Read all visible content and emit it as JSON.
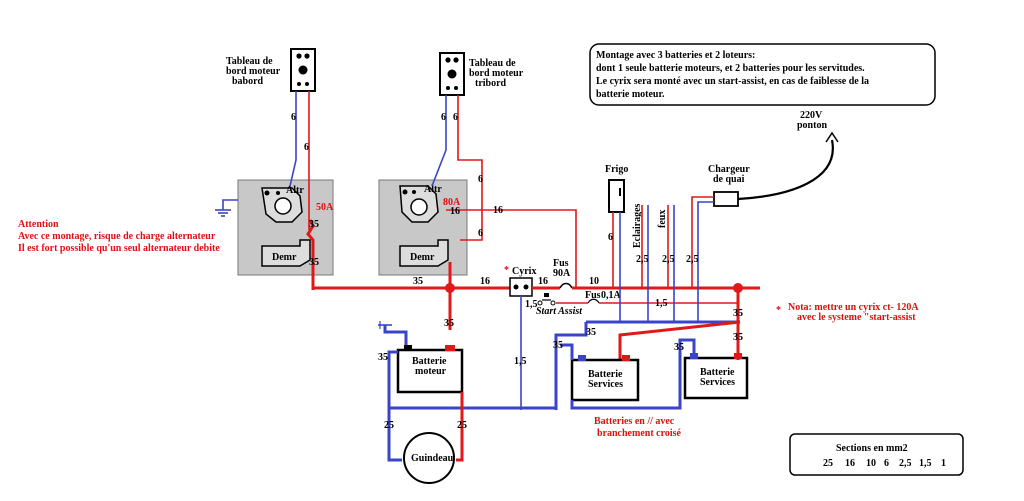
{
  "note_box": {
    "line1": "Montage avec 3 batteries et 2 loteurs:",
    "line2": "dont 1 seule batterie moteurs,  et 2 batteries pour les servitudes.",
    "line3": " Le cyrix sera monté avec un start-assist, en cas de faiblesse de la",
    "line4": "batterie moteur."
  },
  "attention": {
    "line1": "Attention",
    "line2": "Avec ce montage, risque de charge alternateur",
    "line3": "Il est fort possible qu'un seul alternateur debite"
  },
  "panels": {
    "babord": [
      "Tableau de",
      "bord moteur",
      "babord"
    ],
    "tribord": [
      "Tableau de",
      "bord moteur",
      "tribord"
    ]
  },
  "engines": {
    "alt_label": "Altr",
    "dem_label": "Demr",
    "alt_left_amp": "50A",
    "alt_right_amp": "80A"
  },
  "components": {
    "cyrix": "Cyrix",
    "cyrix_star": "*",
    "fus90": [
      "Fus",
      "90A"
    ],
    "fus01": [
      "Fus",
      "0,1A"
    ],
    "start_assist": "Start Assist",
    "frigo": "Frigo",
    "eclairages": "Eclairages",
    "feux": "feux",
    "chargeur": [
      "Chargeur",
      "de quai"
    ],
    "ponton": [
      "220V",
      "ponton"
    ],
    "guindeau": "Guindeau"
  },
  "batteries": {
    "moteur": [
      "Batterie",
      "moteur"
    ],
    "services1": [
      "Batterie",
      "Services"
    ],
    "services2": [
      "Batterie",
      "Services"
    ]
  },
  "batteries_note": [
    "Batteries en // avec",
    "branchement croisé"
  ],
  "cyrix_note": {
    "star": "*",
    "line1": "Nota: mettre un cyrix ct- 120A",
    "line2": "avec le systeme \"start-assist"
  },
  "sections": {
    "title": "Sections en mm2",
    "values": [
      "25",
      "16",
      "10",
      "6",
      "2,5",
      "1,5",
      "1"
    ]
  },
  "wire_labels": {
    "w6a": "6",
    "w6b": "6",
    "w35a": "35",
    "w35b": "35",
    "w16a": "16",
    "w16b": "16",
    "w6c": "6",
    "w6d": "6",
    "w35c": "35",
    "w16c": "16",
    "w16d": "16",
    "w10": "10",
    "w15a": "1,5",
    "w15b": "1,5",
    "w15c": "1,5",
    "w6e": "6",
    "w25a": "2,5",
    "w25b": "2,5",
    "w25c": "2,5",
    "w35d": "35",
    "w35e": "35",
    "w35f": "35",
    "w35g": "35",
    "w35h": "35",
    "w25d": "25",
    "w25e": "25",
    "w35i": "35"
  }
}
